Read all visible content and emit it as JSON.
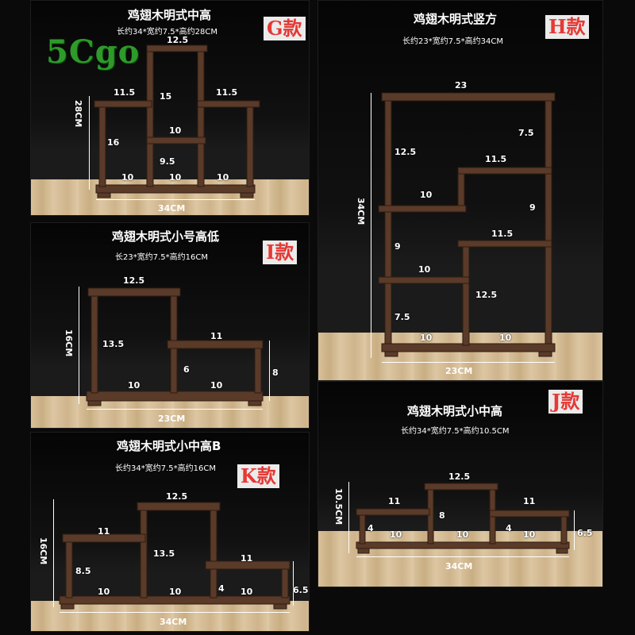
{
  "logo": "5Cgo",
  "colors": {
    "wood": "#5a3a28",
    "wood_dark": "#3a2418",
    "wood_light": "#7a5238",
    "accent": "#e53935",
    "logo": "#2e9a2a"
  },
  "panels": {
    "G": {
      "title": "鸡翅木明式中高",
      "spec": "长约34*宽约7.5*高约28CM",
      "model": "G款",
      "width": "34CM",
      "height": "28CM",
      "labels": [
        "12.5",
        "15",
        "11.5",
        "11.5",
        "16",
        "10",
        "9.5",
        "10",
        "10",
        "10"
      ]
    },
    "H": {
      "title": "鸡翅木明式竖方",
      "spec": "长约23*宽约7.5*高约34CM",
      "model": "H款",
      "width": "23CM",
      "height": "34CM",
      "labels": [
        "23",
        "7.5",
        "12.5",
        "11.5",
        "10",
        "9",
        "9",
        "11.5",
        "10",
        "12.5",
        "7.5",
        "10",
        "10"
      ]
    },
    "I": {
      "title": "鸡翅木明式小号高低",
      "spec": "长23*宽约7.5*高约16CM",
      "model": "I款",
      "width": "23CM",
      "height": "16CM",
      "labels": [
        "12.5",
        "13.5",
        "11",
        "6",
        "8",
        "10",
        "10"
      ]
    },
    "J": {
      "title": "鸡翅木明式小中高",
      "spec": "长约34*宽约7.5*高约10.5CM",
      "model": "J款",
      "width": "34CM",
      "height": "10.5CM",
      "labels": [
        "12.5",
        "11",
        "11",
        "8",
        "4",
        "4",
        "10",
        "10",
        "10",
        "6.5"
      ]
    },
    "K": {
      "title": "鸡翅木明式小中高B",
      "spec": "长约34*宽约7.5*高约16CM",
      "model": "K款",
      "width": "34CM",
      "height": "16CM",
      "labels": [
        "12.5",
        "11",
        "13.5",
        "11",
        "8.5",
        "10",
        "10",
        "4",
        "10",
        "6.5"
      ]
    }
  }
}
